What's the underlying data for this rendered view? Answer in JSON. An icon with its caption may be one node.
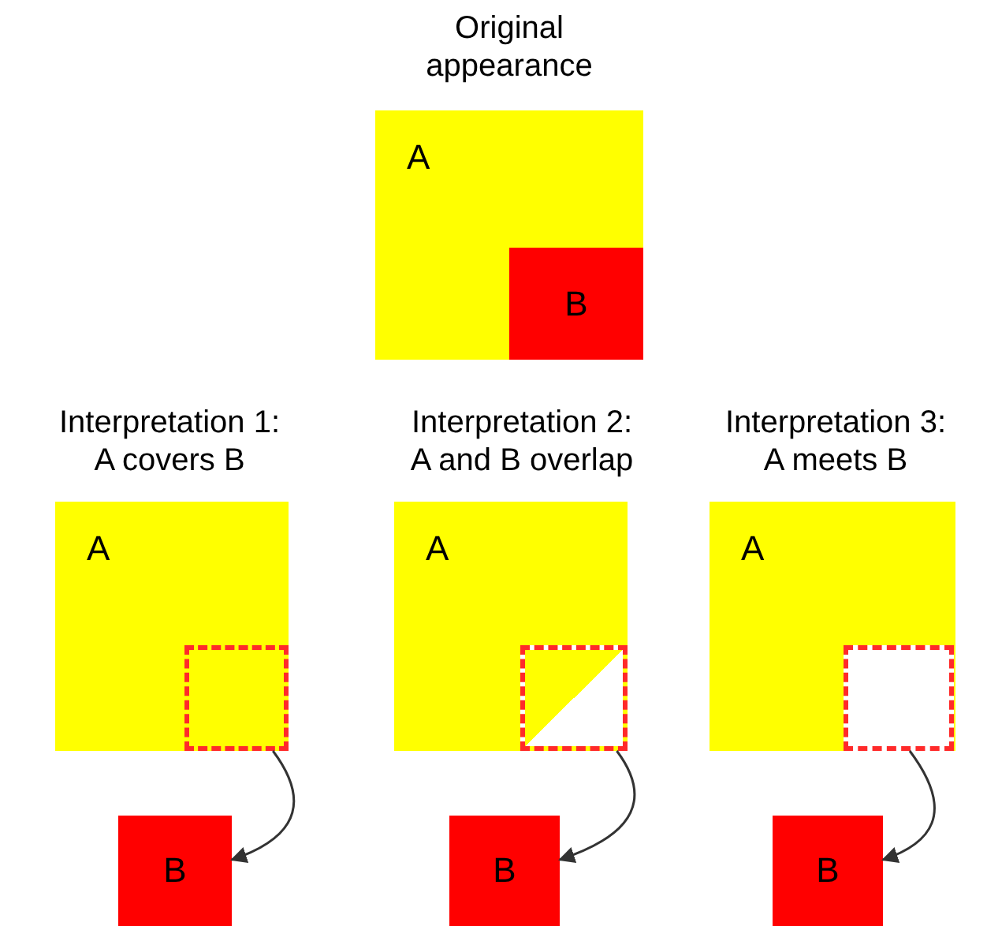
{
  "diagram": {
    "nodes": [
      {
        "text": [
          "Original appearance",
          "A"
        ]
      },
      {
        "text": [
          "B"
        ],
        "in": 0
      },
      {
        "text": [
          "Interpretation 1: A covers B",
          "A"
        ]
      },
      {
        "text": [],
        "shape": "box",
        "in": 2
      },
      {
        "text": [
          "B"
        ]
      },
      {
        "text": [
          "Interpretation 2: A and B overlap",
          "A"
        ]
      },
      {
        "text": [],
        "shape": "box",
        "in": 5
      },
      {
        "text": [
          "B"
        ]
      },
      {
        "text": [
          "Interpretation 3: A meets B",
          "A"
        ]
      },
      {
        "text": [],
        "shape": "box",
        "in": 8
      },
      {
        "text": [
          "B"
        ]
      }
    ],
    "edges": [
      {
        "from": 3,
        "to": 4,
        "arrow": "to"
      },
      {
        "from": 6,
        "to": 7,
        "arrow": "to"
      },
      {
        "from": 9,
        "to": 10,
        "arrow": "to"
      }
    ]
  }
}
